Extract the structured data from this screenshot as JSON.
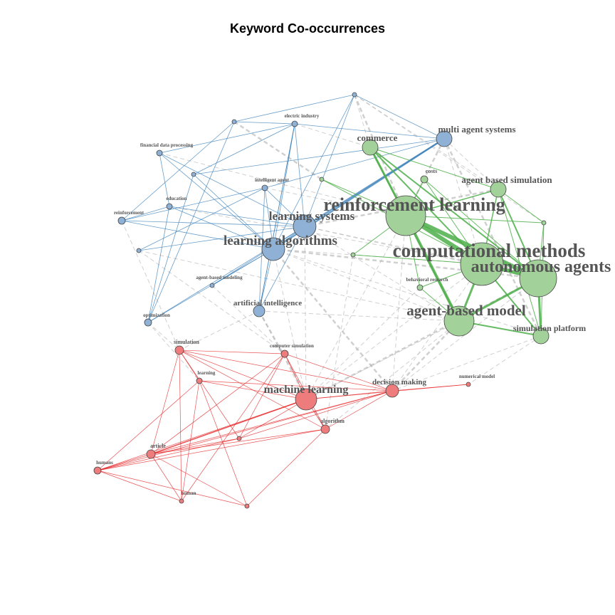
{
  "title": "Keyword Co-occurrences",
  "colors": {
    "blue": "#377eb8",
    "green": "#4daf4a",
    "red": "#e41a1c",
    "gray": "#aaaaaa",
    "blue_fill": "#8fb1d6",
    "green_fill": "#a3d19a",
    "red_fill": "#ef7c7d"
  },
  "nodes": [
    {
      "id": "b1",
      "label": "multi agent systems",
      "cluster": "blue"
    },
    {
      "id": "b2",
      "label": "electric industry",
      "cluster": "blue"
    },
    {
      "id": "b3",
      "label": "financial data processing",
      "cluster": "blue"
    },
    {
      "id": "b4",
      "label": "intelligent agent",
      "cluster": "blue"
    },
    {
      "id": "b5",
      "label": "education",
      "cluster": "blue"
    },
    {
      "id": "b6",
      "label": "reinforcement",
      "cluster": "blue"
    },
    {
      "id": "b7",
      "label": "learning systems",
      "cluster": "blue"
    },
    {
      "id": "b8",
      "label": "learning algorithms",
      "cluster": "blue"
    },
    {
      "id": "b9",
      "label": "agent-based modeling",
      "cluster": "blue"
    },
    {
      "id": "b10",
      "label": "artificial intelligence",
      "cluster": "blue"
    },
    {
      "id": "b11",
      "label": "optimization",
      "cluster": "blue"
    },
    {
      "id": "b12",
      "label": "",
      "cluster": "blue"
    },
    {
      "id": "b13",
      "label": "",
      "cluster": "blue"
    },
    {
      "id": "b14",
      "label": "",
      "cluster": "blue"
    },
    {
      "id": "b15",
      "label": "",
      "cluster": "blue"
    },
    {
      "id": "g1",
      "label": "commerce",
      "cluster": "green"
    },
    {
      "id": "g2",
      "label": "costs",
      "cluster": "green"
    },
    {
      "id": "g3",
      "label": "agent based simulation",
      "cluster": "green"
    },
    {
      "id": "g4",
      "label": "reinforcement learning",
      "cluster": "green"
    },
    {
      "id": "g5",
      "label": "computational methods",
      "cluster": "green"
    },
    {
      "id": "g6",
      "label": "autonomous agents",
      "cluster": "green"
    },
    {
      "id": "g7",
      "label": "behavioral research",
      "cluster": "green"
    },
    {
      "id": "g8",
      "label": "agent-based model",
      "cluster": "green"
    },
    {
      "id": "g9",
      "label": "simulation platform",
      "cluster": "green"
    },
    {
      "id": "g10",
      "label": "",
      "cluster": "green"
    },
    {
      "id": "g11",
      "label": "",
      "cluster": "green"
    },
    {
      "id": "g12",
      "label": "",
      "cluster": "green"
    },
    {
      "id": "r1",
      "label": "simulation",
      "cluster": "red"
    },
    {
      "id": "r2",
      "label": "computer simulation",
      "cluster": "red"
    },
    {
      "id": "r3",
      "label": "learning",
      "cluster": "red"
    },
    {
      "id": "r4",
      "label": "machine learning",
      "cluster": "red"
    },
    {
      "id": "r5",
      "label": "decision making",
      "cluster": "red"
    },
    {
      "id": "r6",
      "label": "numerical model",
      "cluster": "red"
    },
    {
      "id": "r7",
      "label": "algorithm",
      "cluster": "red"
    },
    {
      "id": "r8",
      "label": "article",
      "cluster": "red"
    },
    {
      "id": "r9",
      "label": "human",
      "cluster": "red"
    },
    {
      "id": "r10",
      "label": "humans",
      "cluster": "red"
    },
    {
      "id": "r11",
      "label": "",
      "cluster": "red"
    },
    {
      "id": "r12",
      "label": "",
      "cluster": "red"
    }
  ]
}
